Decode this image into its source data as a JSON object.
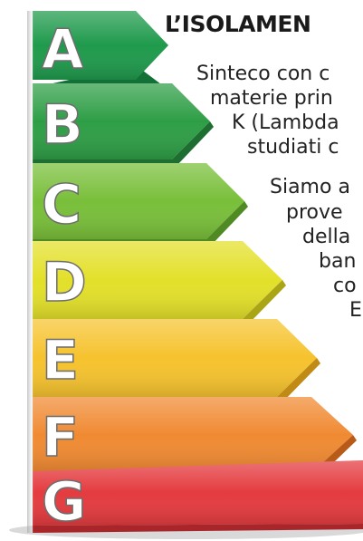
{
  "heading": "L’ISOLAMEN",
  "text_lines": [
    "Sinteco con c",
    "materie prin",
    "K (Lambda",
    "studiati c",
    "Siamo a",
    "prove",
    "della",
    "ban",
    "co",
    "E"
  ],
  "energy_scale": [
    {
      "letter": "A",
      "color": "#1f9a4c"
    },
    {
      "letter": "B",
      "color": "#2e9e46"
    },
    {
      "letter": "C",
      "color": "#79bf3a"
    },
    {
      "letter": "D",
      "color": "#e3e02a"
    },
    {
      "letter": "E",
      "color": "#f6c32e"
    },
    {
      "letter": "F",
      "color": "#f08a32"
    },
    {
      "letter": "G",
      "color": "#e43b3f"
    }
  ]
}
